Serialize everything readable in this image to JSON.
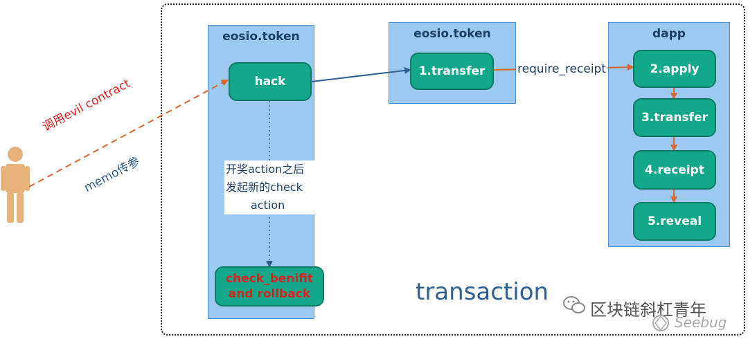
{
  "panels": {
    "left_title": "eosio.token",
    "mid_title": "eosio.token",
    "right_title": "dapp"
  },
  "nodes": {
    "hack": "hack",
    "check": "check_benifit\nand rollback",
    "transfer1": "1.transfer",
    "apply": "2.apply",
    "transfer3": "3.transfer",
    "receipt": "4.receipt",
    "reveal": "5.reveal"
  },
  "edges": {
    "require_receipt": "require_receipt",
    "call_evil": "调用evil contract",
    "memo": "memo传参",
    "note_line1": "开奖action之后",
    "note_line2": "发起新的check",
    "note_line3": "action"
  },
  "transaction_label": "transaction",
  "watermark": {
    "text": "区块链斜杠青年",
    "sub": "Seebug"
  },
  "colors": {
    "panel": "#9cc9ef",
    "node": "#14a88a",
    "accent_orange": "#d9662a",
    "accent_red": "#e02020",
    "text_blue": "#1b3f66"
  }
}
